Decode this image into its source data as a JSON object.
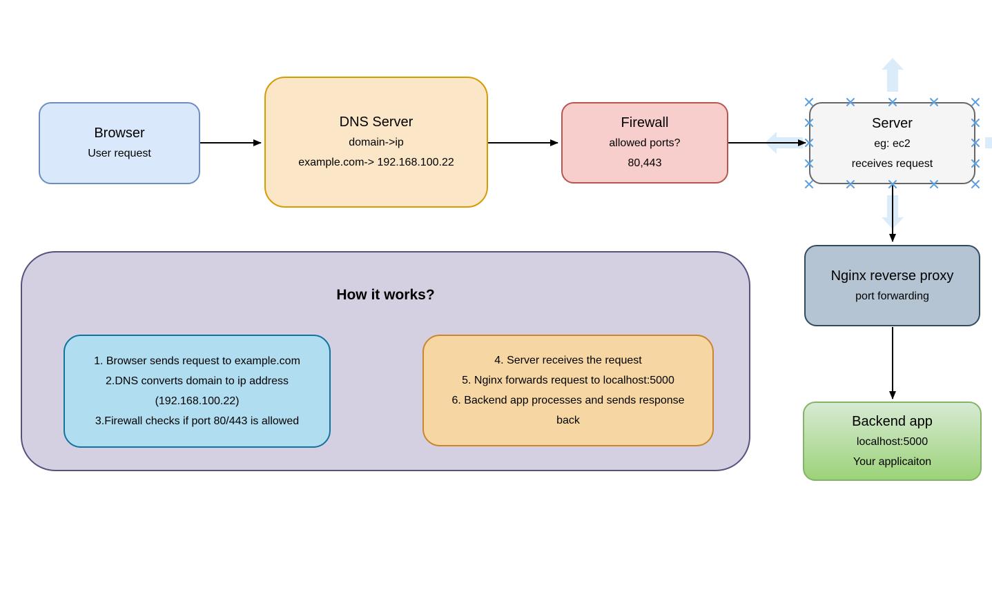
{
  "nodes": {
    "browser": {
      "title": "Browser",
      "lines": [
        "User request"
      ]
    },
    "dns": {
      "title": "DNS Server",
      "lines": [
        "domain->ip",
        "example.com-> 192.168.100.22"
      ]
    },
    "firewall": {
      "title": "Firewall",
      "lines": [
        "allowed ports?",
        "80,443"
      ]
    },
    "server": {
      "title": "Server",
      "lines": [
        "eg: ec2",
        "receives request"
      ]
    },
    "nginx": {
      "title": "Nginx reverse proxy",
      "lines": [
        "port forwarding"
      ]
    },
    "backend": {
      "title": "Backend app",
      "lines": [
        "localhost:5000",
        "Your applicaiton"
      ]
    }
  },
  "explainer": {
    "title": "How it works?",
    "left_steps": [
      "1. Browser sends request to example.com",
      "2.DNS converts domain to ip address",
      "(192.168.100.22)",
      "3.Firewall checks if port 80/443 is allowed"
    ],
    "right_steps": [
      "4. Server receives the request",
      "5. Nginx forwards request to localhost:5000",
      "6. Backend app processes and sends response",
      "back"
    ]
  },
  "icons": {
    "connect_arrow_up": "connect-arrow-up-icon",
    "connect_arrow_down": "connect-arrow-down-icon",
    "connect_arrow_left": "connect-arrow-left-icon",
    "connect_arrow_right": "connect-arrow-right-icon",
    "connection_points": "connection-point-x-icon"
  },
  "colors": {
    "canvas_bg": "#FFFFFF",
    "browser_fill": "#DAE8FC",
    "browser_border": "#6C8EBF",
    "dns_fill": "#FBE6C7",
    "dns_border": "#D79B00",
    "firewall_fill": "#F8CECC",
    "firewall_border": "#B85450",
    "server_fill": "#F5F5F5",
    "server_border": "#666666",
    "nginx_fill": "#B5C4D3",
    "nginx_border": "#2F4A61",
    "backend_fill_top": "#D7EAD3",
    "backend_fill_bottom": "#9CD379",
    "backend_border": "#82B366",
    "container_fill": "#D4D0E2",
    "container_border": "#56517E",
    "steps_blue_fill": "#B1DDF0",
    "steps_blue_border": "#10739E",
    "steps_orange_fill": "#F6D7A4",
    "steps_orange_border": "#C8872E",
    "connector": "#000000",
    "hover_arrow": "#DAEBFA",
    "connection_point": "#5B9FE0"
  }
}
